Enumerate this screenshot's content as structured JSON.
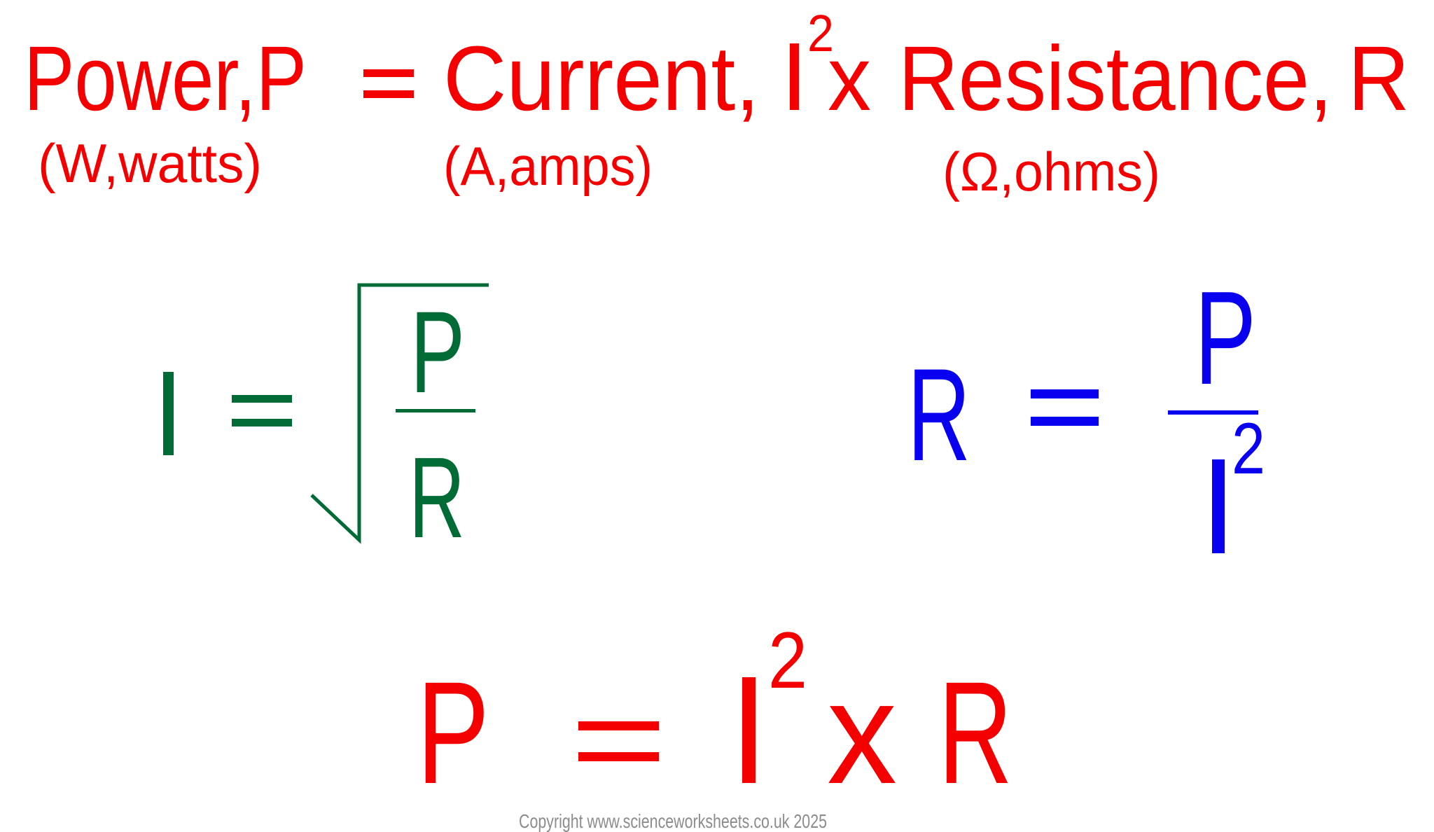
{
  "colors": {
    "main_equation": "#f50000",
    "current_rearranged": "#006b35",
    "resistance_rearranged": "#0a00f0",
    "copyright": "#8c8c8c",
    "background": "#ffffff"
  },
  "title_equation": {
    "power_label": "Power,P",
    "equals": "=",
    "current_label": "Current,",
    "current_symbol": "I",
    "exponent": "2",
    "times": "x",
    "resistance_label": "Resistance,",
    "resistance_symbol": "R"
  },
  "units": {
    "power": "(W,watts)",
    "current": "(A,amps)",
    "resistance": "(Ω,ohms)"
  },
  "current_formula": {
    "lhs": "I",
    "equals": "=",
    "numerator": "P",
    "denominator": "R",
    "operation": "square-root"
  },
  "resistance_formula": {
    "lhs": "R",
    "equals": "=",
    "numerator": "P",
    "denominator": "I",
    "denominator_exponent": "2"
  },
  "power_formula": {
    "lhs": "P",
    "equals": "=",
    "term1": "I",
    "exponent": "2",
    "times": "x",
    "term2": "R"
  },
  "footer": {
    "copyright": "Copyright www.scienceworksheets.co.uk 2025"
  }
}
